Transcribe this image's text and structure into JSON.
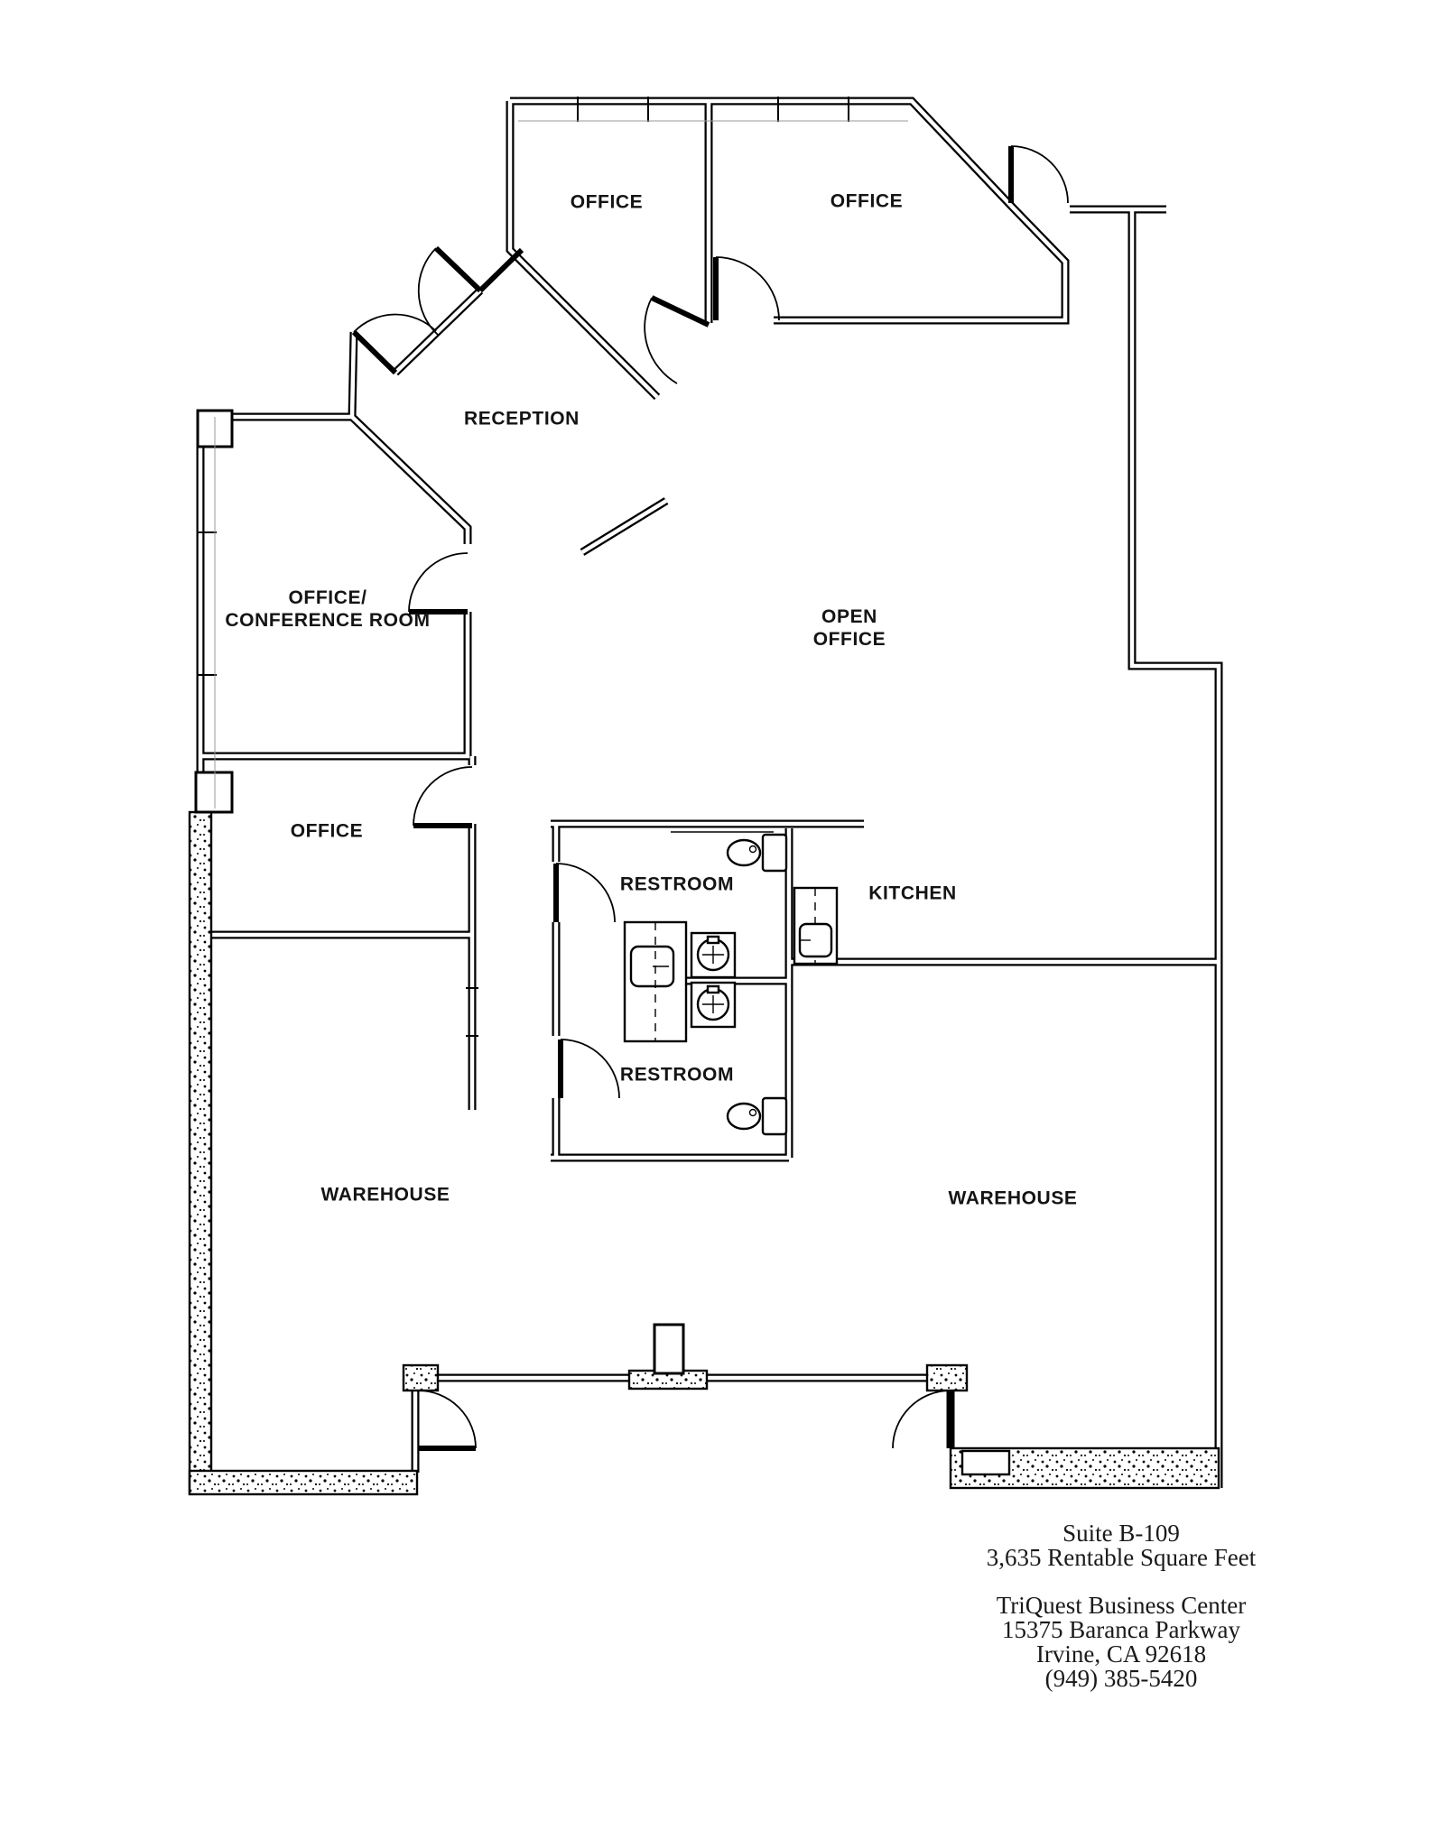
{
  "page": {
    "background_color": "#ffffff",
    "wall_color": "#000000",
    "title": "Suite B-109 floor plan"
  },
  "rooms": {
    "office_top_left": {
      "label": "OFFICE"
    },
    "office_top_right": {
      "label": "OFFICE"
    },
    "reception": {
      "label": "RECEPTION"
    },
    "office_conference": {
      "label": "OFFICE/\nCONFERENCE ROOM"
    },
    "open_office": {
      "label": "OPEN\nOFFICE"
    },
    "office_middle": {
      "label": "OFFICE"
    },
    "restroom_upper": {
      "label": "RESTROOM"
    },
    "kitchen": {
      "label": "KITCHEN"
    },
    "restroom_lower": {
      "label": "RESTROOM"
    },
    "warehouse_left": {
      "label": "WAREHOUSE"
    },
    "warehouse_right": {
      "label": "WAREHOUSE"
    }
  },
  "suite_info": {
    "suite": "Suite B-109",
    "area": "3,635 Rentable Square Feet",
    "center_name": "TriQuest Business Center",
    "street": "15375 Baranca Parkway",
    "city": "Irvine, CA 92618",
    "phone": "(949) 385-5420"
  },
  "icons": {
    "toilet": "toilet-icon",
    "sink_round": "sink-icon",
    "vanity": "vanity-sink-icon",
    "kitchen_sink": "kitchen-sink-icon",
    "door_swing": "door-swing-arc",
    "pillar": "entry-pillar"
  }
}
